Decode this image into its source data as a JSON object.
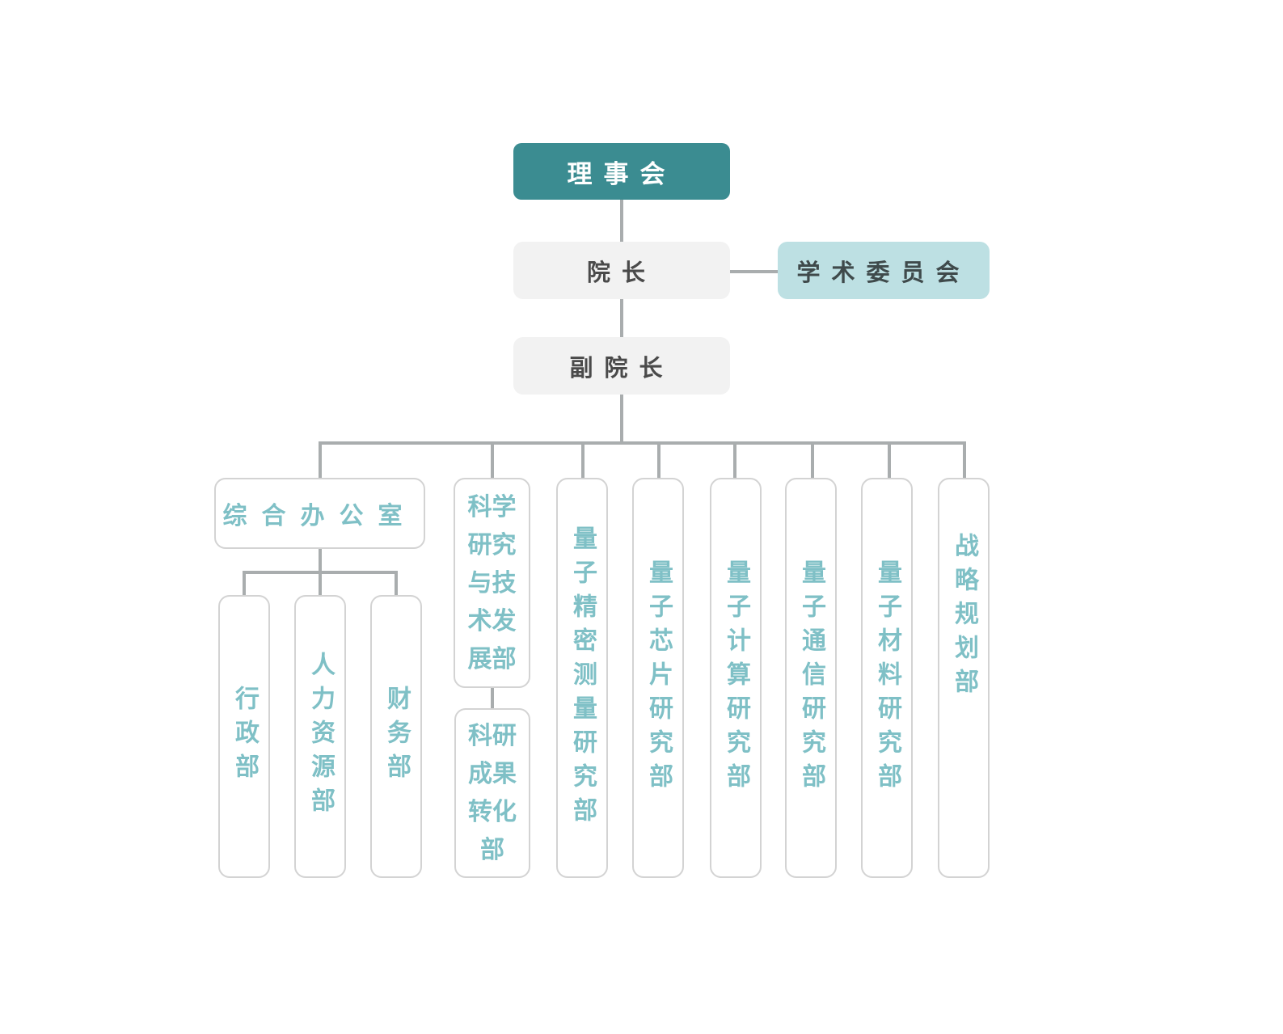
{
  "council": "理事会",
  "president": "院长",
  "academic_committee": "学术委员会",
  "vice_president": "副院长",
  "general_office": "综合办公室",
  "office_subunits": [
    "行政部",
    "人力资源部",
    "财务部"
  ],
  "research_dev": "科学研究与技术发展部",
  "research_dev_wrapped": "科学\n研究\n与技\n术发\n展部",
  "transfer": "科研成果转化部",
  "transfer_wrapped": "科研\n成果\n转化\n部",
  "research_depts": [
    "量子精密测量研究部",
    "量子芯片研究部",
    "量子计算研究部",
    "量子通信研究部",
    "量子材料研究部",
    "战略规划部"
  ],
  "colors": {
    "council_bg": "#3b8c91",
    "gray_bg": "#f2f2f2",
    "academic_bg": "#bde0e3",
    "dept_text": "#7fc0c6",
    "dept_border": "#d3d3d3",
    "connector": "#a9adae"
  }
}
